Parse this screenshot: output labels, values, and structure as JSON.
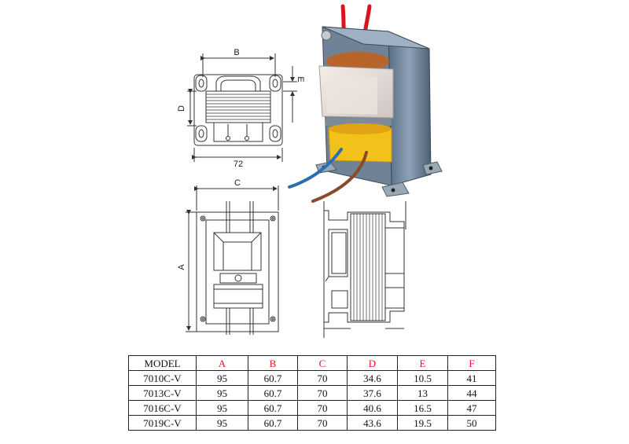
{
  "dimension_labels": {
    "b": "B",
    "e": "E",
    "d": "D",
    "width_72": "72",
    "c": "C",
    "a": "A"
  },
  "colors": {
    "header_letters": "#e0141e",
    "line_art": "#333333",
    "bobbin_yellow": "#f2c21a",
    "lead_red": "#d8141c",
    "lead_blue": "#2a6fb0",
    "lead_brown": "#8a4a2a"
  },
  "table": {
    "headers": [
      "MODEL",
      "A",
      "B",
      "C",
      "D",
      "E",
      "F"
    ],
    "rows": [
      [
        "7010C-V",
        "95",
        "60.7",
        "70",
        "34.6",
        "10.5",
        "41"
      ],
      [
        "7013C-V",
        "95",
        "60.7",
        "70",
        "37.6",
        "13",
        "44"
      ],
      [
        "7016C-V",
        "95",
        "60.7",
        "70",
        "40.6",
        "16.5",
        "47"
      ],
      [
        "7019C-V",
        "95",
        "60.7",
        "70",
        "43.6",
        "19.5",
        "50"
      ]
    ]
  }
}
